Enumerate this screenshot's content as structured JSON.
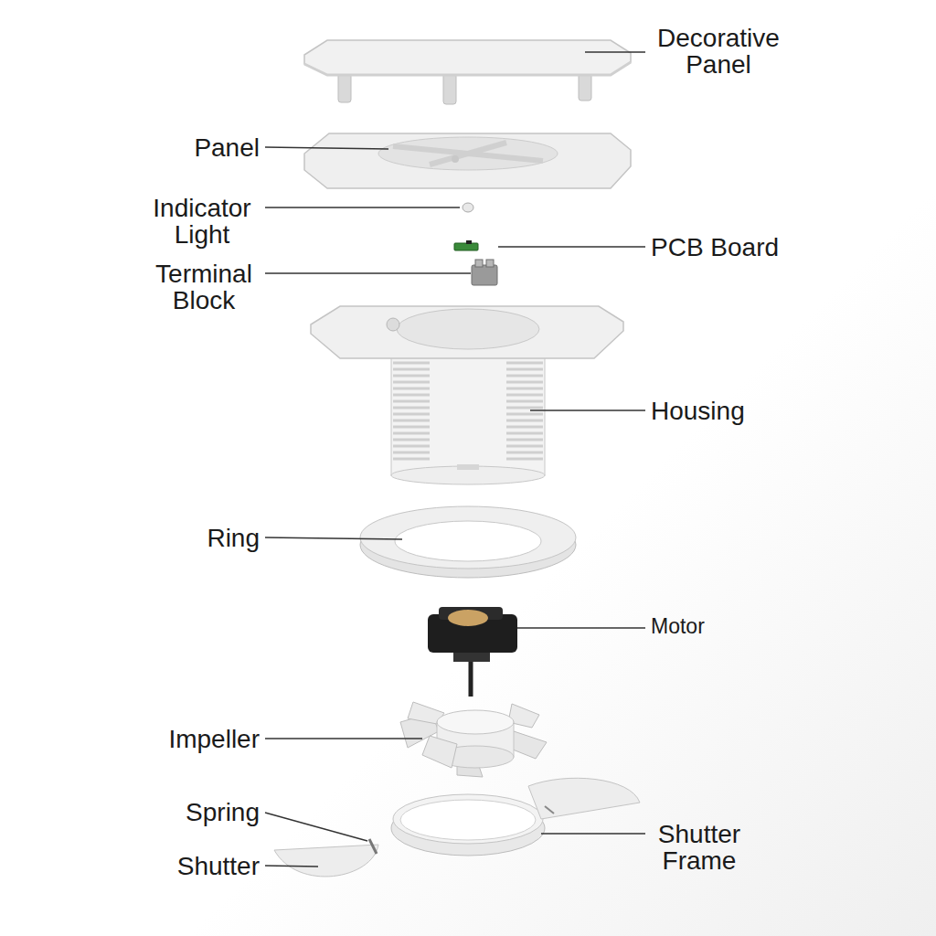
{
  "diagram": {
    "labels": [
      "Decorative Panel",
      "Panel",
      "Indicator Light",
      "PCB Board",
      "Terminal Block",
      "Housing",
      "Ring",
      "Motor",
      "Impeller",
      "Spring",
      "Shutter",
      "Shutter Frame"
    ]
  }
}
